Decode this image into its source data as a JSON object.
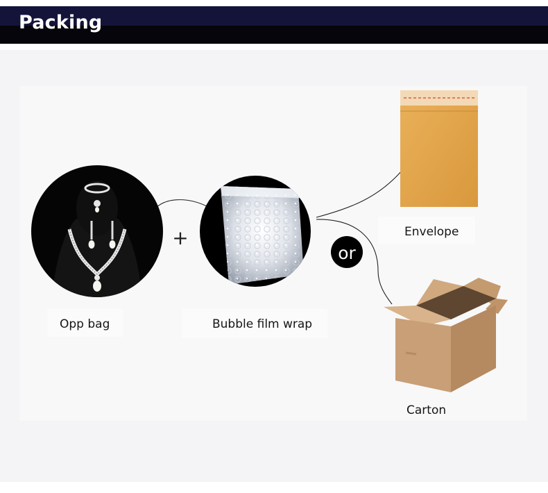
{
  "header": {
    "title": "Packing"
  },
  "items": {
    "opp_bag": {
      "label": "Opp bag",
      "image": "jewelry-set-on-black-bust"
    },
    "bubble_film": {
      "label": "Bubble film wrap",
      "image": "bubble-wrap-pouch"
    },
    "envelope": {
      "label": "Envelope",
      "image": "kraft-bubble-envelope"
    },
    "carton": {
      "label": "Carton",
      "image": "open-cardboard-box"
    }
  },
  "symbols": {
    "plus": "+",
    "or": "or"
  },
  "colors": {
    "header_bg": "#05050b",
    "header_band": "#14143a",
    "canvas_bg": "#f4f4f6",
    "kraft": "#e3a54a",
    "carton": "#c39a72"
  }
}
